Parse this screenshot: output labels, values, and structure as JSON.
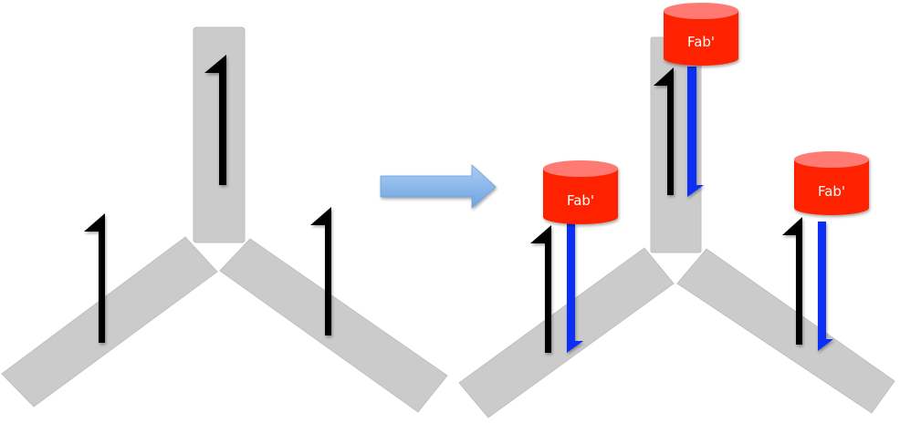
{
  "diagram": {
    "title": "",
    "colors": {
      "scaffold": "#cbcbcb",
      "scaffold_edge": "#b8b8b8",
      "strand_original": "#000000",
      "strand_complement": "#0a2ff5",
      "fab_body": "#ff2200",
      "fab_top": "#ff7a72",
      "arrow_fill": "#8cb8ec",
      "background": "#ffffff"
    },
    "before": {
      "name": "unconjugated-scaffold",
      "arms": [
        "top",
        "left",
        "right"
      ],
      "strands_per_arm": 1
    },
    "transition_arrow": {
      "direction": "right"
    },
    "after": {
      "name": "fab-conjugated-scaffold",
      "arms": [
        "top",
        "left",
        "right"
      ],
      "fab_labels": [
        "Fab'",
        "Fab'",
        "Fab'"
      ]
    }
  }
}
